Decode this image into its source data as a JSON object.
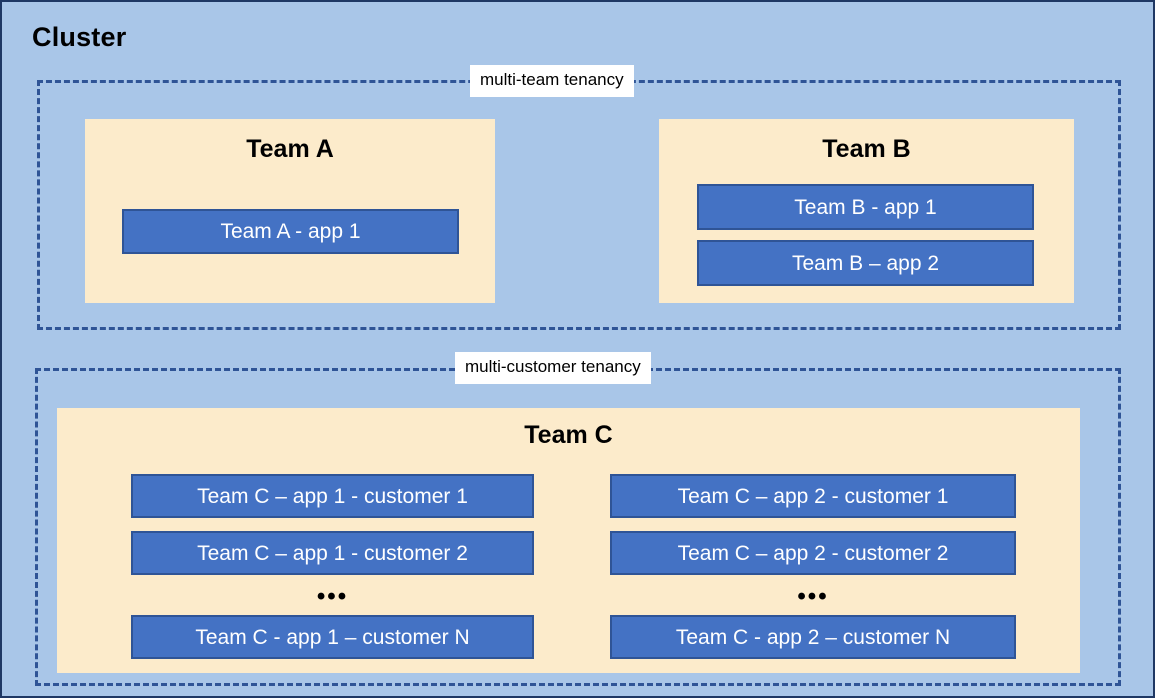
{
  "diagram": {
    "title": "Cluster",
    "background_color": "#A9C6E8",
    "frame_border_color": "#1F3864",
    "dashed_border_color": "#2F5496",
    "team_box_color": "#FCEBCB",
    "app_chip_color": "#4472C4",
    "app_chip_border_color": "#2F5496",
    "app_chip_text_color": "#FFFFFF"
  },
  "regions": [
    {
      "id": "multi-team",
      "label": "multi-team tenancy",
      "teams": [
        {
          "id": "team-a",
          "title": "Team A",
          "apps": [
            {
              "id": "a1",
              "label": "Team A - app 1"
            }
          ]
        },
        {
          "id": "team-b",
          "title": "Team B",
          "apps": [
            {
              "id": "b1",
              "label": "Team B - app 1"
            },
            {
              "id": "b2",
              "label": "Team B – app 2"
            }
          ]
        }
      ]
    },
    {
      "id": "multi-customer",
      "label": "multi-customer tenancy",
      "teams": [
        {
          "id": "team-c",
          "title": "Team C",
          "columns": [
            {
              "id": "app-1",
              "apps": [
                {
                  "id": "c1-1",
                  "label": "Team C – app 1 - customer 1"
                },
                {
                  "id": "c1-2",
                  "label": "Team C – app 1 - customer 2"
                },
                {
                  "id": "c1-n",
                  "label": "Team C - app 1 – customer N"
                }
              ],
              "ellipsis": "•••"
            },
            {
              "id": "app-2",
              "apps": [
                {
                  "id": "c2-1",
                  "label": "Team C – app 2 - customer 1"
                },
                {
                  "id": "c2-2",
                  "label": "Team C – app 2 - customer 2"
                },
                {
                  "id": "c2-n",
                  "label": "Team C - app 2 – customer N"
                }
              ],
              "ellipsis": "•••"
            }
          ]
        }
      ]
    }
  ]
}
